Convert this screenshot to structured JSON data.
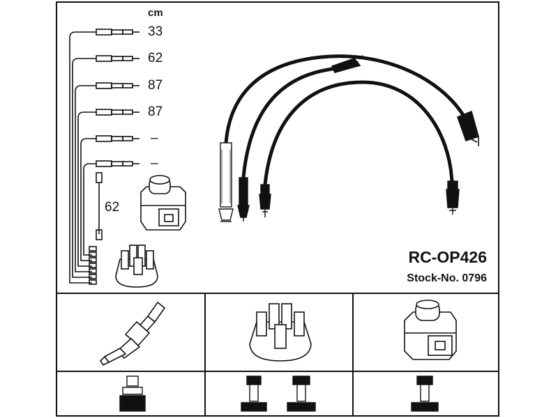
{
  "header": {
    "unit": "cm"
  },
  "lengths": [
    "33",
    "62",
    "87",
    "87",
    "–",
    "–"
  ],
  "coil_lead_length": "62",
  "product": {
    "part_number": "RC-OP426",
    "stock_number": "Stock-No. 0796"
  },
  "colors": {
    "line": "#111111",
    "fill": "#ffffff",
    "shade": "#cfcfcf"
  }
}
